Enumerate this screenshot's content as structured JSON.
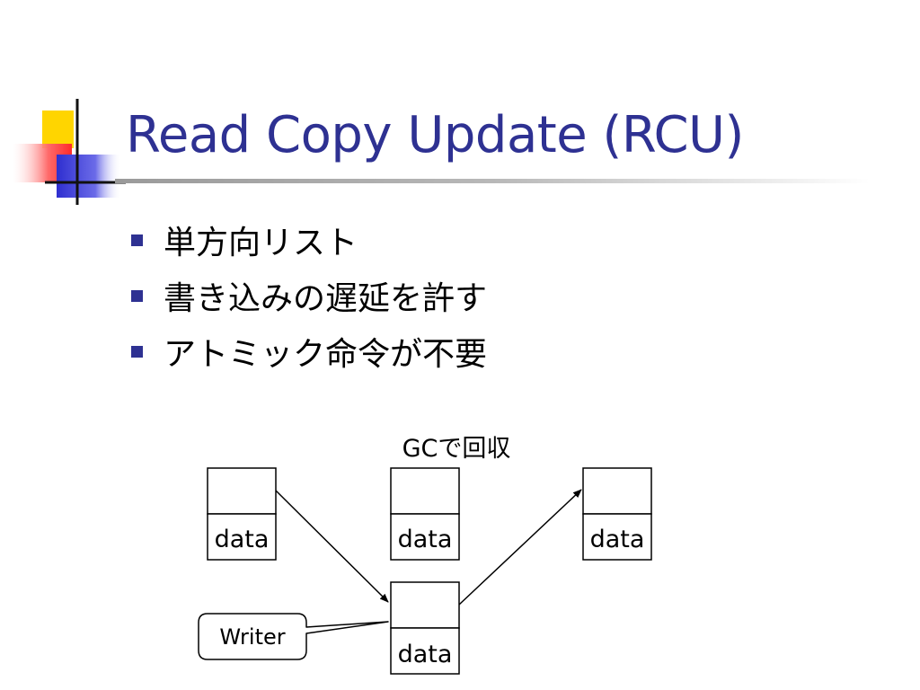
{
  "colors": {
    "title": "#2e3192",
    "bullet": "#2e3192",
    "accent_yellow": "#ffd500",
    "accent_red": "#ff4040",
    "accent_blue": "#3b3bd6"
  },
  "slide": {
    "title": "Read Copy Update (RCU)",
    "bullets": [
      {
        "text": "単方向リスト"
      },
      {
        "text": "書き込みの遅延を許す"
      },
      {
        "text": "アトミック命令が不要"
      }
    ]
  },
  "diagram": {
    "gc_label": "GCで回収",
    "nodes": [
      {
        "data_label": "data"
      },
      {
        "data_label": "data"
      },
      {
        "data_label": "data"
      },
      {
        "data_label": "data"
      }
    ],
    "callout_label": "Writer"
  }
}
